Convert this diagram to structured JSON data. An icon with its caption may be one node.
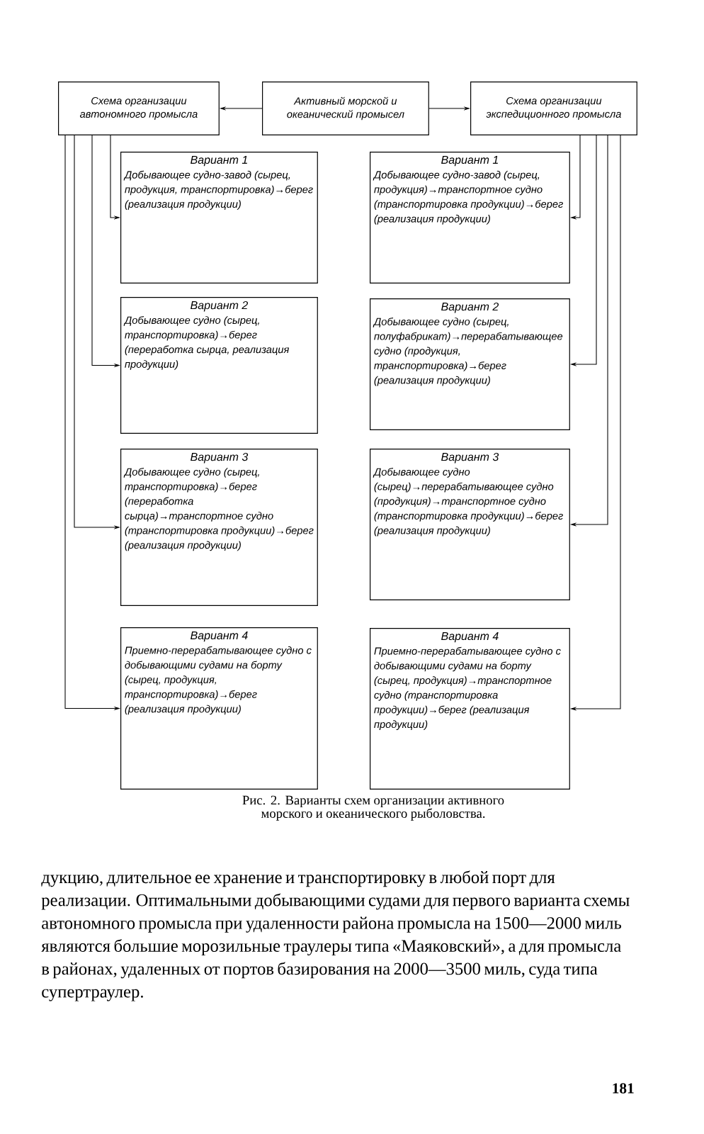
{
  "diagram": {
    "caption": "Рис. 2. Варианты схем организации активного морского и океанического рыболовства.",
    "nodes": [
      {
        "text": [
          "Схема организации автономного промысла"
        ]
      },
      {
        "text": [
          "Активный морской и океанический промысел"
        ]
      },
      {
        "text": [
          "Схема организации экспедиционного промысла"
        ]
      },
      {
        "text": [
          "Вариант 1",
          "Добывающее судно-завод (сырец, продукция, транспортировка)→берег (реализация продукции)"
        ]
      },
      {
        "text": [
          "Вариант 2",
          "Добывающее судно (сырец, транспортировка)→берег (переработка сырца, реализация продукции)"
        ]
      },
      {
        "text": [
          "Вариант 3",
          "Добывающее судно (сырец, транспортировка)→берег (переработка сырца)→транспортное судно (транспортировка продукции)→берег (реализация продукции)"
        ]
      },
      {
        "text": [
          "Вариант 4",
          "Приемно-перерабатывающее судно с добывающими судами на борту (сырец, продукция, транспортировка)→берег (реализация продукции)"
        ]
      },
      {
        "text": [
          "Вариант 1",
          "Добывающее судно-завод (сырец, продукция)→транспортное судно (транспортировка продукции)→берег (реализация продукции)"
        ]
      },
      {
        "text": [
          "Вариант 2",
          "Добывающее судно (сырец, полуфабрикат)→перерабатывающее судно (продукция, транспортировка)→берег (реализация продукции)"
        ]
      },
      {
        "text": [
          "Вариант 3",
          "Добывающее судно (сырец)→перерабатывающее судно (продукция)→транспортное судно (транспортировка продукции)→берег (реализация продукции)"
        ]
      },
      {
        "text": [
          "Вариант 4",
          "Приемно-перерабатывающее судно с добывающими судами на борту (сырец, продукция)→транспортное судно (транспортировка продукции)→берег (реализация продукции)"
        ]
      }
    ],
    "edges": [
      {
        "from": 1,
        "to": 0,
        "arrow": "to"
      },
      {
        "from": 1,
        "to": 2,
        "arrow": "to"
      },
      {
        "from": 0,
        "to": 3,
        "arrow": "to"
      },
      {
        "from": 0,
        "to": 4,
        "arrow": "to"
      },
      {
        "from": 0,
        "to": 5,
        "arrow": "to"
      },
      {
        "from": 0,
        "to": 6,
        "arrow": "to"
      },
      {
        "from": 2,
        "to": 7,
        "arrow": "to"
      },
      {
        "from": 2,
        "to": 8,
        "arrow": "to"
      },
      {
        "from": 2,
        "to": 9,
        "arrow": "to"
      },
      {
        "from": 2,
        "to": 10,
        "arrow": "to"
      }
    ],
    "labels": [
      "дукцию, длительное ее хранение и транспортировку в любой порт для реализации. Оптимальными добывающими судами для первого варианта схемы автономного промысла при удаленности района промысла на 1500—2000 миль являются большие морозильные траулеры типа «Маяковский», а для промысла в районах, удаленных от портов базирования на 2000—3500 миль, суда типа супертраулер.",
      "181"
    ]
  }
}
